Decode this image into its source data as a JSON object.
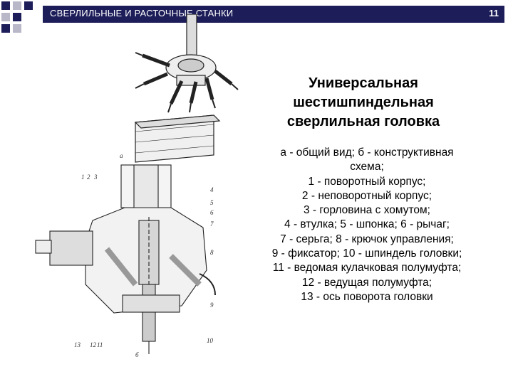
{
  "header": {
    "title": "СВЕРЛИЛЬНЫЕ И РАСТОЧНЫЕ СТАНКИ",
    "page_number": "11"
  },
  "slide": {
    "title_lines": [
      "Универсальная",
      "шестишпиндельная",
      "сверлильная головка"
    ],
    "caption_lines": [
      "а - общий вид; б - конструктивная",
      "схема;",
      "1 - поворотный корпус;",
      "2 - неповоротный корпус;",
      "3 - горловина с хомутом;",
      "4 - втулка; 5 - шпонка; 6 - рычаг;",
      "7 - серьга; 8 - крючок управления;",
      "9 - фиксатор; 10 - шпиндель головки;",
      "11 - ведомая кулачковая полумуфта;",
      "12 - ведущая полумуфта;",
      "13 - ось поворота головки"
    ]
  },
  "figure": {
    "labels": {
      "a": "а",
      "b": "б",
      "n1": "1",
      "n2": "2",
      "n3": "3",
      "n4": "4",
      "n5": "5",
      "n6": "6",
      "n7": "7",
      "n8": "8",
      "n9": "9",
      "n10": "10",
      "n11": "11",
      "n12": "12",
      "n13": "13"
    }
  }
}
